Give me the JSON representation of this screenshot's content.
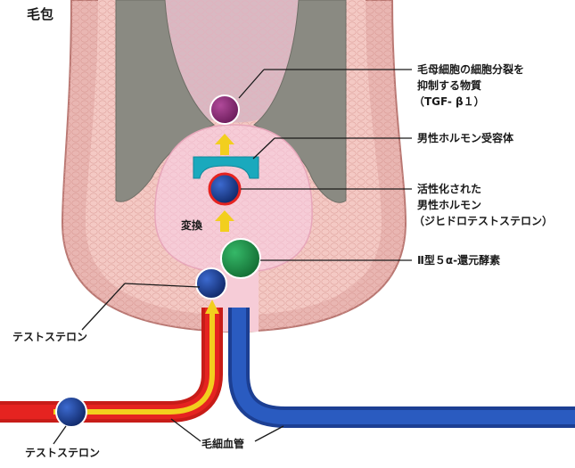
{
  "title": "毛包",
  "labels": {
    "tgf_line1": "毛母細胞の細胞分裂を",
    "tgf_line2": "抑制する物質",
    "tgf_line3": "（TGF- β１）",
    "receptor": "男性ホルモン受容体",
    "dht_line1": "活性化された",
    "dht_line2": "男性ホルモン",
    "dht_line3": "（ジヒドロテストステロン）",
    "conversion": "変換",
    "enzyme": "Ⅱ型５α-還元酵素",
    "testosterone_follicle": "テストステロン",
    "testosterone_vessel": "テストステロン",
    "capillary": "毛細血管"
  },
  "colors": {
    "skin_outer": "#e9b6b2",
    "skin_inner": "#f4c9c4",
    "papilla": "#f6ccd7",
    "hair_shaft": "#8a8a82",
    "tgf_molecule": "#8e2b78",
    "receptor": "#1aa9bd",
    "hormone": "#1c3f93",
    "enzyme": "#20944a",
    "arrow": "#f2cf1e",
    "artery": "#e52320",
    "vein": "#2050b2"
  }
}
